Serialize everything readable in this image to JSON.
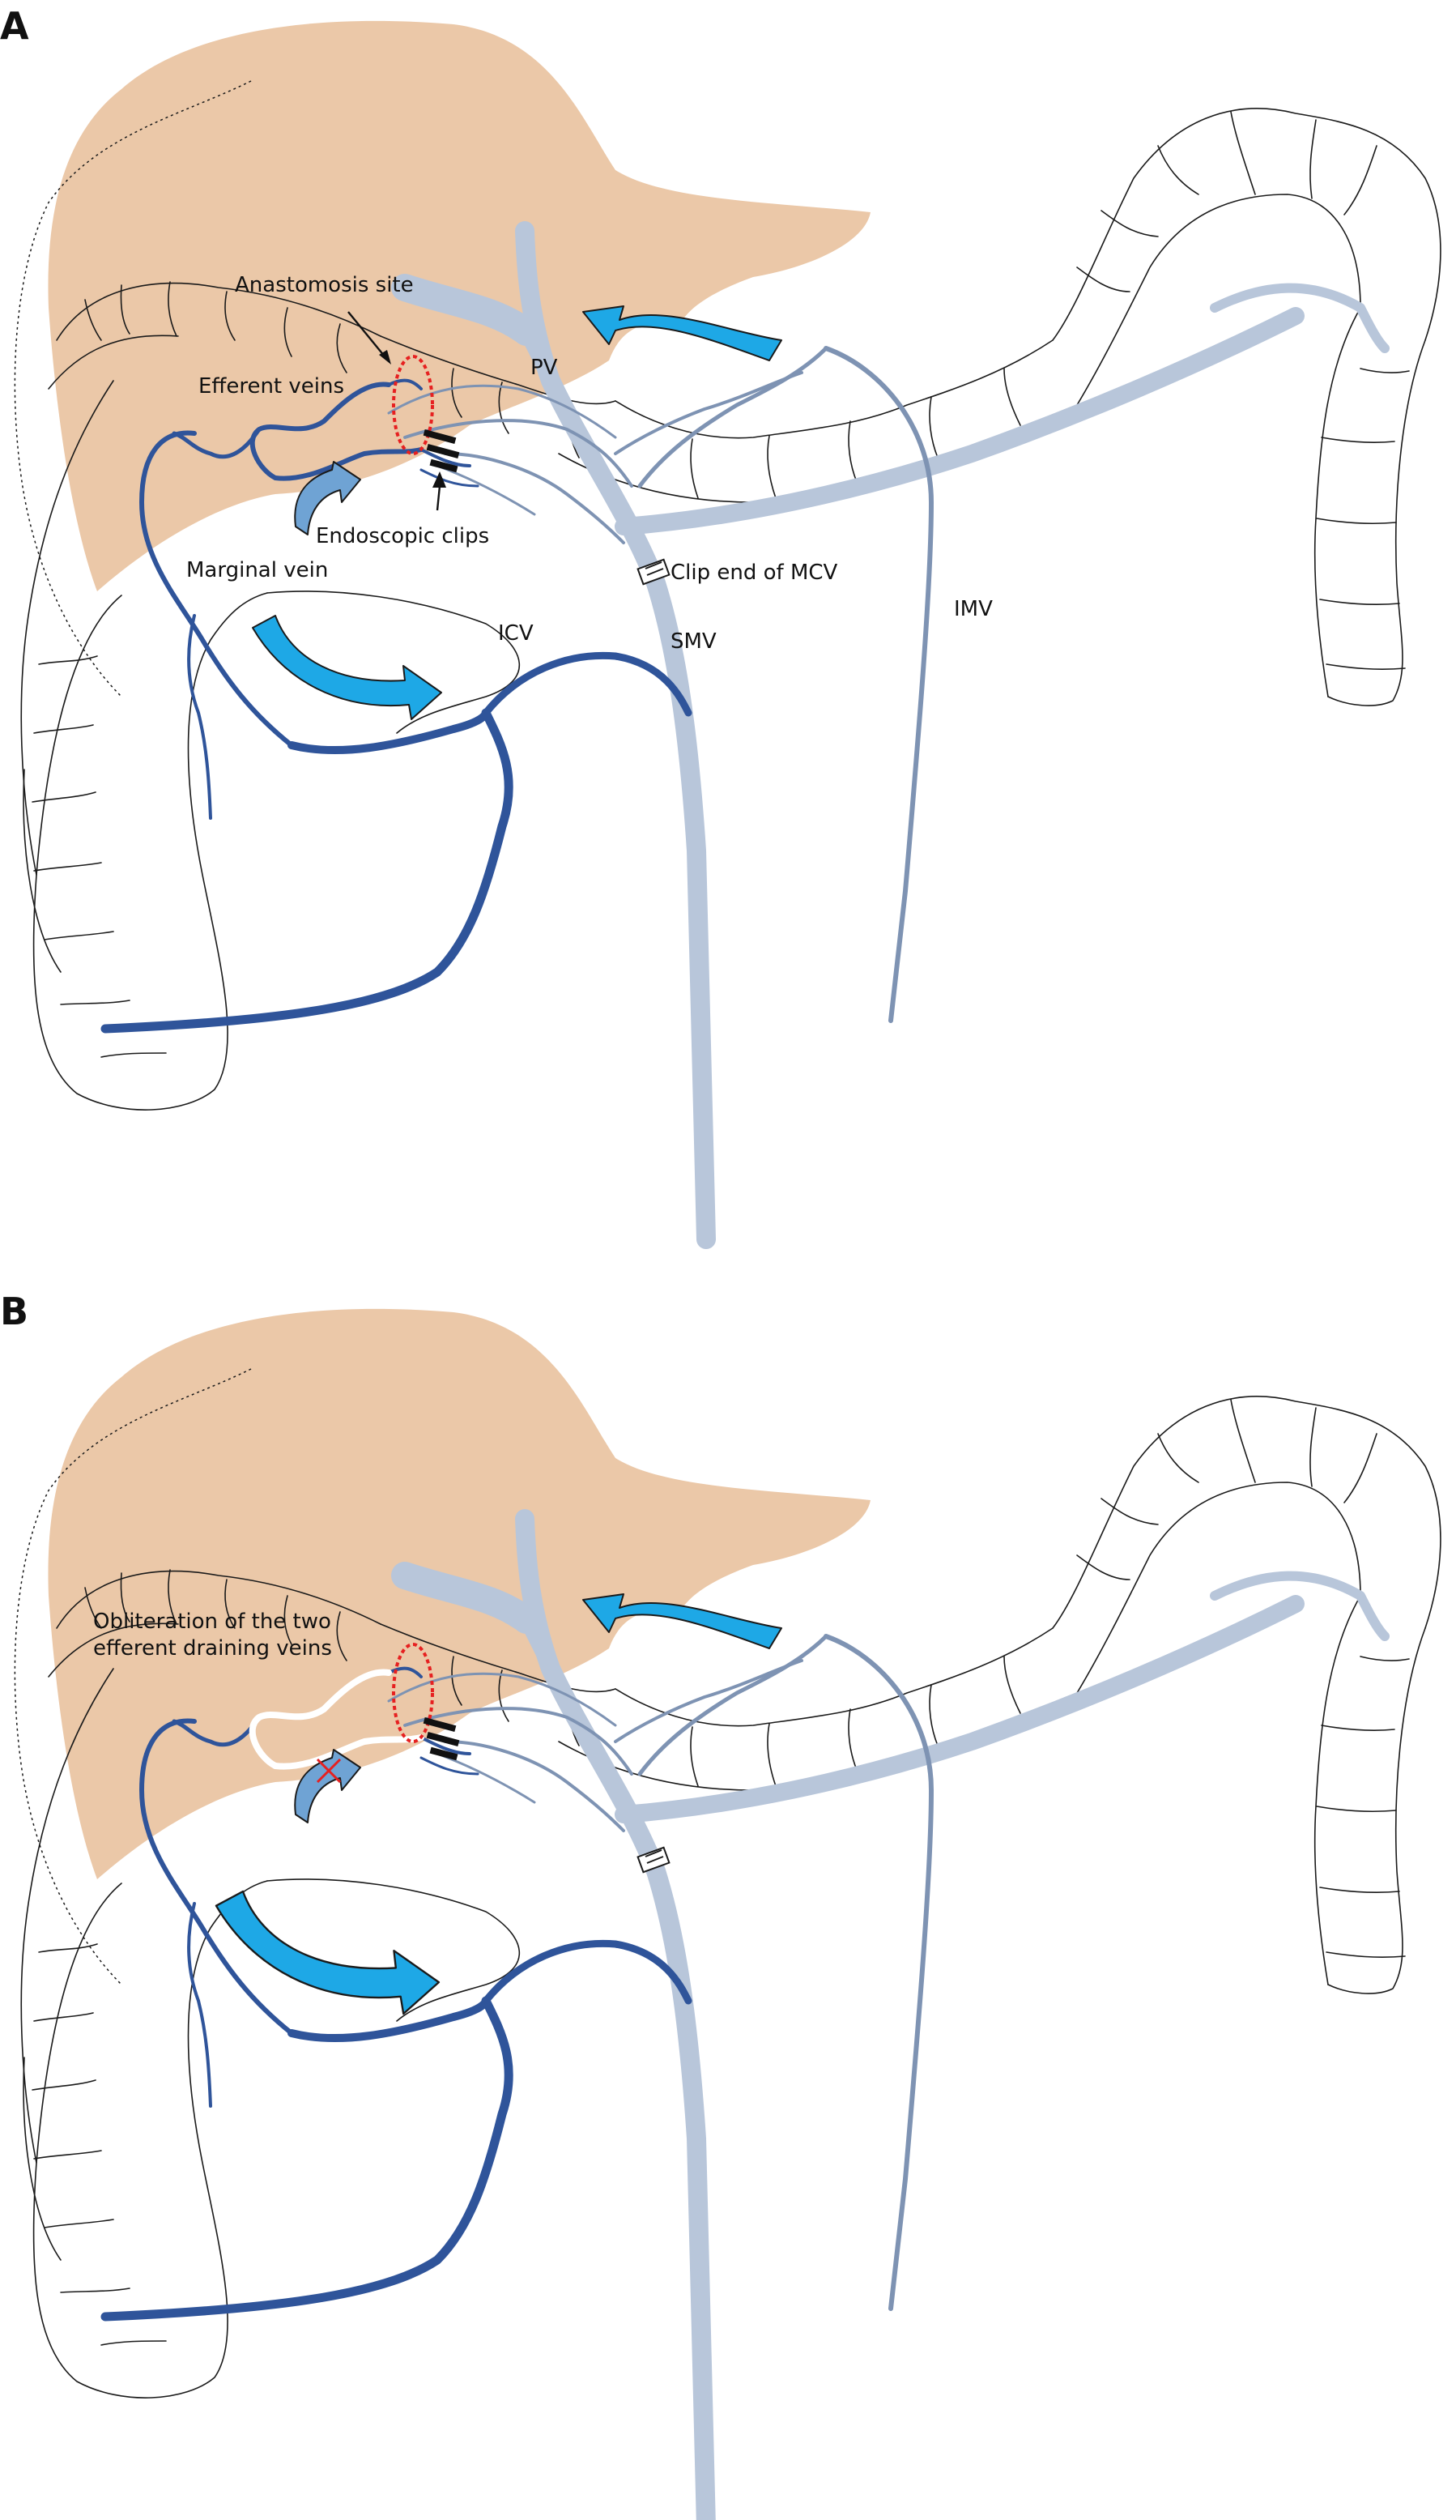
{
  "panels": [
    {
      "letter": "A",
      "labels": {
        "anastomosis_site": "Anastomosis site",
        "efferent_veins": "Efferent veins",
        "pv": "PV",
        "endoscopic_clips": "Endoscopic clips",
        "marginal_vein": "Marginal vein",
        "clip_end_mcv": "Clip end of MCV",
        "icv": "ICV",
        "smv": "SMV",
        "imv": "IMV"
      }
    },
    {
      "letter": "B",
      "labels": {
        "obliteration_line1": "Obliteration of the two",
        "obliteration_line2": "efferent draining veins"
      }
    }
  ],
  "colors": {
    "liver": "#ebc8a8",
    "portal_system": "#b8c6da",
    "vein_dark": "#2f549a",
    "vein_mid": "#7e93b3",
    "flow_arrow": "#1ea8e6",
    "anastomosis_ring": "#e62020",
    "obliteration_mark": "#e62020"
  },
  "icons": [
    "flow-arrow-icon",
    "endoscopic-clip-icon",
    "vessel-clip-icon",
    "obliteration-cross-icon"
  ]
}
